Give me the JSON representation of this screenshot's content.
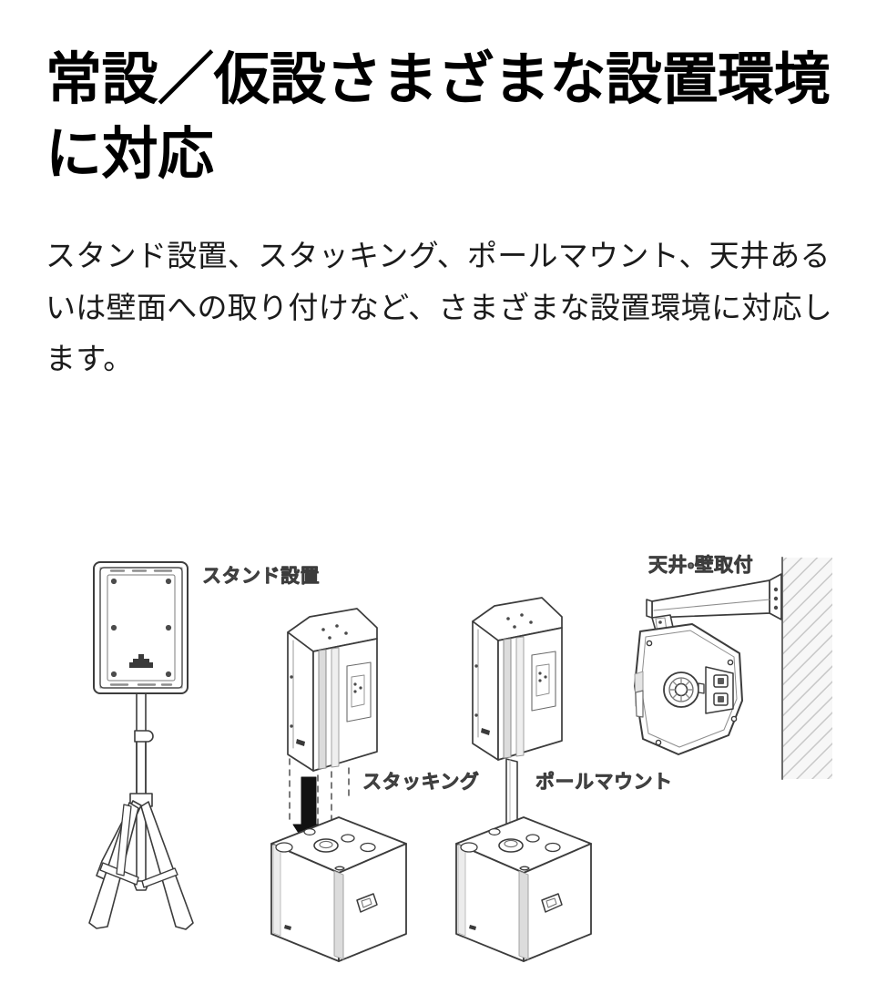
{
  "page": {
    "background_color": "#ffffff",
    "headline": "常設／仮設さまざまな設置環境に対応",
    "body": "スタンド設置、スタッキング、ポールマウント、天井あるいは壁面への取り付けなど、さまざまな設置環境に対応します。",
    "headline_color": "#000000",
    "body_color": "#1b1b1b"
  },
  "diagram": {
    "label_color": "#6e6e6e",
    "line_color": "#3c3c3c",
    "fill_color": "#ffffff",
    "shade_color": "#d9d9d9",
    "arrow_color": "#111111",
    "wall_hatch_color": "#c8c8c8",
    "labels": {
      "stand": "スタンド設置",
      "stacking": "スタッキング",
      "pole_mount": "ポールマウント",
      "ceiling_wall": "天井・壁取付"
    },
    "items": [
      {
        "name": "speaker-on-tripod-stand",
        "label": "スタンド設置"
      },
      {
        "name": "speaker-stacked-on-subwoofer",
        "label": "スタッキング"
      },
      {
        "name": "speaker-pole-mounted-on-subwoofer",
        "label": "ポールマウント"
      },
      {
        "name": "speaker-bracket-mounted-on-wall",
        "label": "天井・壁取付"
      }
    ]
  }
}
